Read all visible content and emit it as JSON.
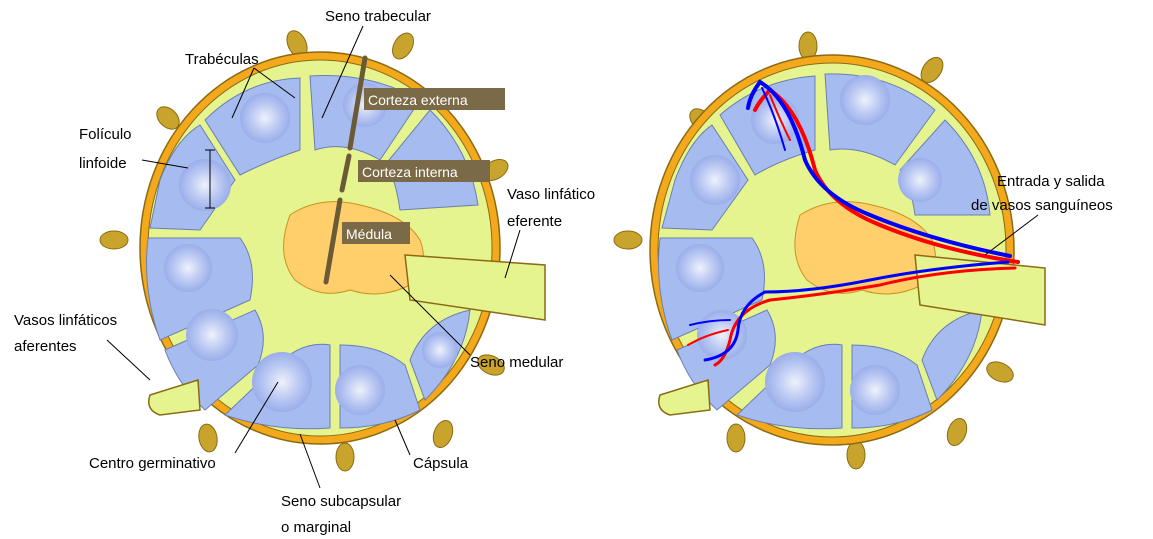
{
  "left_diagram": {
    "labels": {
      "seno_trabecular": "Seno trabecular",
      "trabeculas": "Trabéculas",
      "foliculo_1": "Folículo",
      "foliculo_2": "linfoide",
      "corteza_externa": "Corteza externa",
      "corteza_interna": "Corteza interna",
      "medula": "Médula",
      "vaso_eferente_1": "Vaso linfático",
      "vaso_eferente_2": "eferente",
      "vasos_aferentes_1": "Vasos linfáticos",
      "vasos_aferentes_2": "aferentes",
      "seno_medular": "Seno medular",
      "centro_germinativo": "Centro germinativo",
      "capsula": "Cápsula",
      "seno_subcapsular_1": "Seno subcapsular",
      "seno_subcapsular_2": "o marginal"
    }
  },
  "right_diagram": {
    "labels": {
      "vasos_1": "Entrada y salida",
      "vasos_2": "de vasos sanguíneos"
    }
  },
  "colors": {
    "capsule": "#f4a81c",
    "sinus": "#e6f48f",
    "cortex": "#a6bbef",
    "medulla": "#ffcf6c",
    "valve": "#c9a42c",
    "label_box": "#7b6a47",
    "artery": "#ff0000",
    "vein": "#0000ff"
  }
}
